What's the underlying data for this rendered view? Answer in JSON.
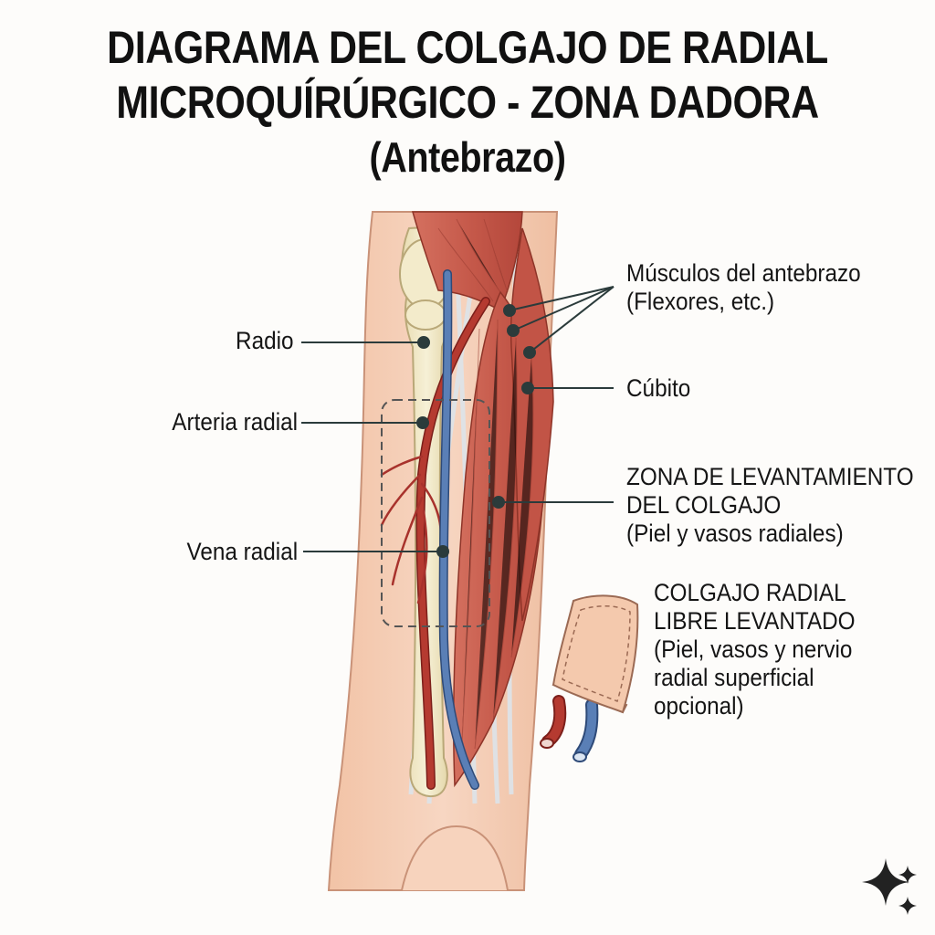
{
  "title": {
    "line1": "DIAGRAMA DEL COLGAJO DE RADIAL",
    "line2": "MICROQUÍRÚRGICO - ZONA DADORA",
    "line3": "(Antebrazo)"
  },
  "labels": {
    "radio": "Radio",
    "arteria": "Arteria radial",
    "vena": "Vena radial",
    "musculos_1": "Músculos del antebrazo",
    "musculos_2": "(Flexores, etc.)",
    "cubito": "Cúbito",
    "zona_1": "ZONA DE LEVANTAMIENTO",
    "zona_2": "DEL COLGAJO",
    "zona_3": "(Piel y vasos radiales)",
    "colgajo_1": "COLGAJO RADIAL",
    "colgajo_2": "LIBRE LEVANTADO",
    "colgajo_3": "(Piel, vasos y nervio",
    "colgajo_4": "radial superficial",
    "colgajo_5": "opcional)"
  },
  "colors": {
    "skin": "#f3c9ae",
    "muscle": "#c65a4b",
    "artery": "#a8322c",
    "vein": "#4a6fa5",
    "bone": "#efe6c4",
    "leader": "#2b3b3b"
  },
  "icons": [
    "sparkle-icon"
  ]
}
